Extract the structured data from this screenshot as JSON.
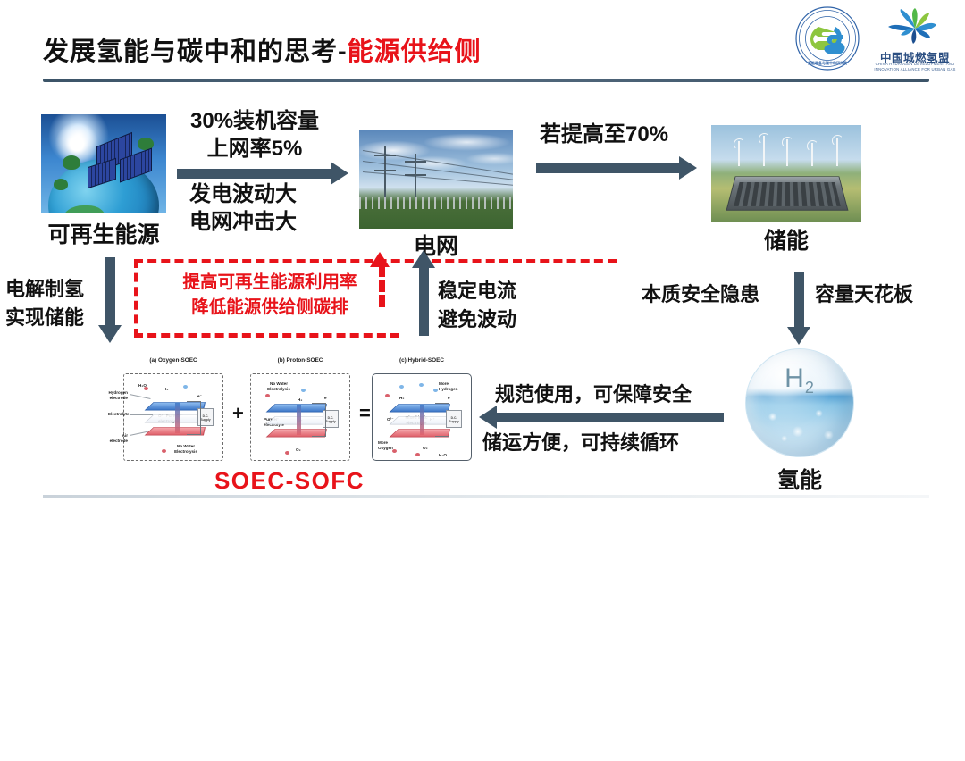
{
  "header": {
    "title_main": "发展氢能与碳中和的思考-",
    "title_accent": "能源供给侧",
    "logo_seal_name": "氢能装备与碳中和研究院",
    "logo_alliance_cn": "中国城燃氢盟",
    "logo_alliance_en": "CHINA HYDROGEN DEVELOPMENT AND INNOVATION ALLIANCE FOR URBAN GAS"
  },
  "nodes": {
    "renewable": "可再生能源",
    "grid": "电网",
    "storage": "储能",
    "hydrogen": "氢能",
    "soec_caption": "SOEC-SOFC",
    "h2_symbol": "H",
    "h2_subscript": "2"
  },
  "flows": {
    "renew_to_grid_top_1": "30%装机容量",
    "renew_to_grid_top_2": "上网率5%",
    "renew_to_grid_bottom_1": "发电波动大",
    "renew_to_grid_bottom_2": "电网冲击大",
    "grid_to_storage": "若提高至70%",
    "renew_down_1": "电解制氢",
    "renew_down_2": "实现储能",
    "soec_up_1": "稳定电流",
    "soec_up_2": "避免波动",
    "storage_down_left": "本质安全隐患",
    "storage_down_right": "容量天花板",
    "h2_to_soec_1": "规范使用，可保障安全",
    "h2_to_soec_2": "储运方便，可持续循环"
  },
  "callout": {
    "line1": "提高可再生能源利用率",
    "line2": "降低能源供给侧碳排"
  },
  "soec_diagram": {
    "panels": [
      {
        "title": "(a) Oxygen-SOEC",
        "labels": [
          "Hydrogen electrode",
          "Electrolyte",
          "Air electrode"
        ],
        "inner": [
          "H₂O",
          "H₂",
          "O²⁻  Pure O²⁻ electrolyte",
          "No Water Electrolysis",
          "e⁻",
          "D.C. Supply"
        ]
      },
      {
        "title": "(b) Proton-SOEC",
        "labels": [],
        "inner": [
          "No Water Electrolysis",
          "H₂",
          "Pure H⁺ electrolyte",
          "H⁺",
          "O₂",
          "e⁻",
          "D.C. Supply"
        ]
      },
      {
        "title": "(c) Hybrid-SOEC",
        "labels": [],
        "inner": [
          "More Hydrogen",
          "H₂",
          "O²⁻",
          "Mixed ionic electrolyte",
          "H⁺",
          "More Oxygen",
          "O₂",
          "H₂O",
          "e⁻",
          "D.C. Supply"
        ]
      }
    ],
    "operators": [
      "+",
      "="
    ]
  },
  "colors": {
    "accent_red": "#e8131a",
    "arrow_slate": "#3f5567",
    "title_dark": "#111111",
    "brand_blue": "#2c4f82"
  }
}
